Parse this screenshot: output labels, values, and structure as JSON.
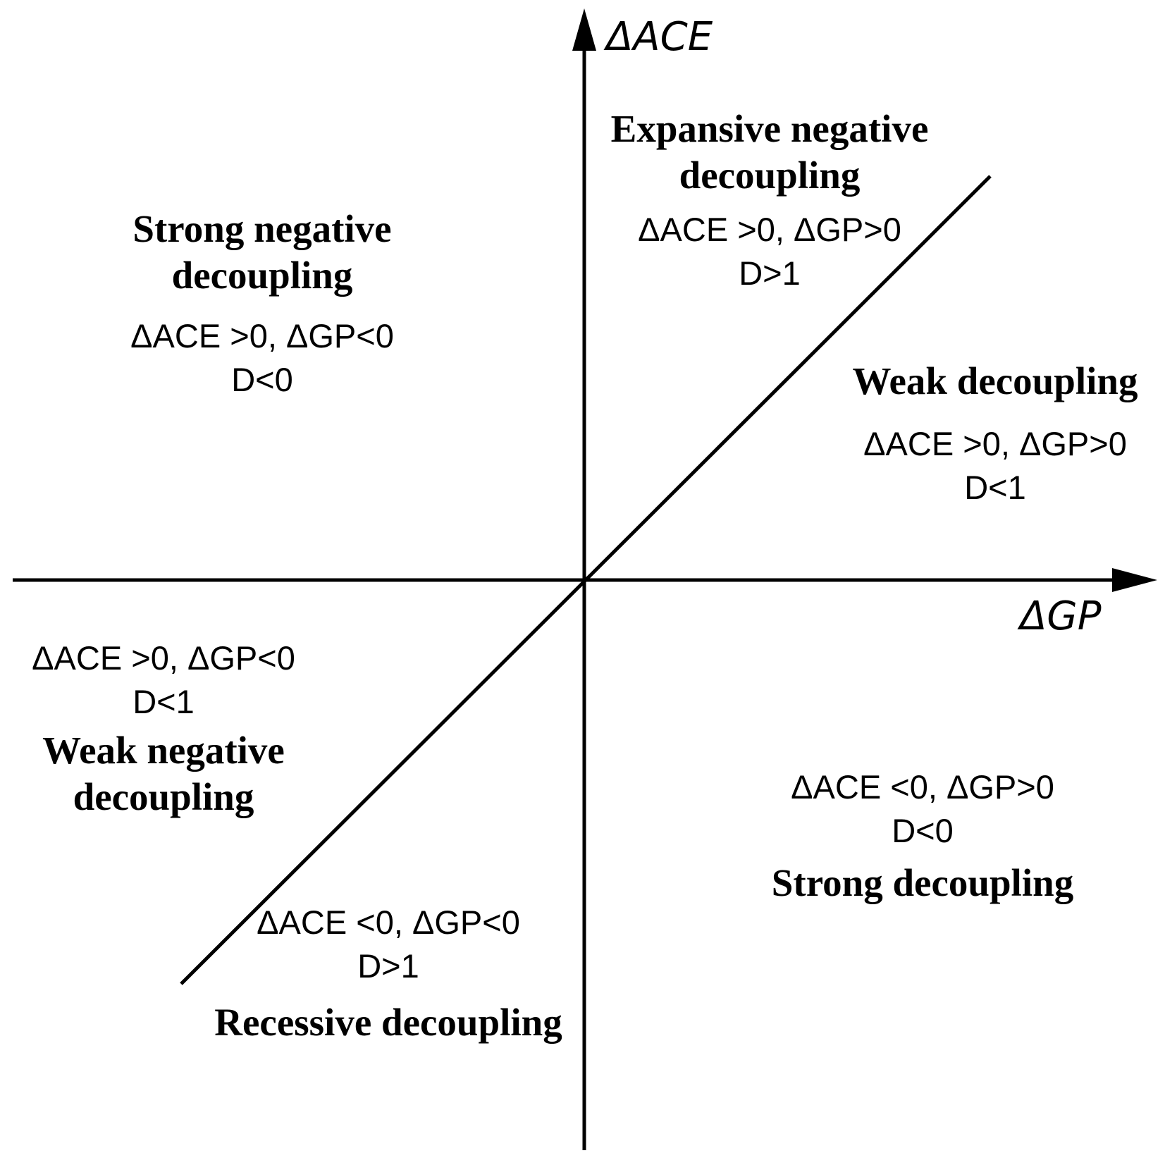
{
  "figure": {
    "background_color": "#ffffff",
    "line_color": "#000000"
  },
  "axes": {
    "y_label": "ΔACE",
    "x_label": "ΔGP"
  },
  "regions": {
    "expansive_negative": {
      "title_line1": "Expansive negative",
      "title_line2": "decoupling",
      "condition": "ΔACE >0, ΔGP>0",
      "d_condition": "D>1"
    },
    "strong_negative": {
      "title_line1": "Strong negative",
      "title_line2": "decoupling",
      "condition": "ΔACE >0, ΔGP<0",
      "d_condition": "D<0"
    },
    "weak": {
      "title": "Weak decoupling",
      "condition": "ΔACE >0, ΔGP>0",
      "d_condition": "D<1"
    },
    "weak_negative": {
      "title_line1": "Weak negative",
      "title_line2": "decoupling",
      "condition": "ΔACE >0, ΔGP<0",
      "d_condition": "D<1"
    },
    "recessive": {
      "title": "Recessive decoupling",
      "condition": "ΔACE <0, ΔGP<0",
      "d_condition": "D>1"
    },
    "strong": {
      "title": "Strong decoupling",
      "condition": "ΔACE <0, ΔGP>0",
      "d_condition": "D<0"
    }
  }
}
